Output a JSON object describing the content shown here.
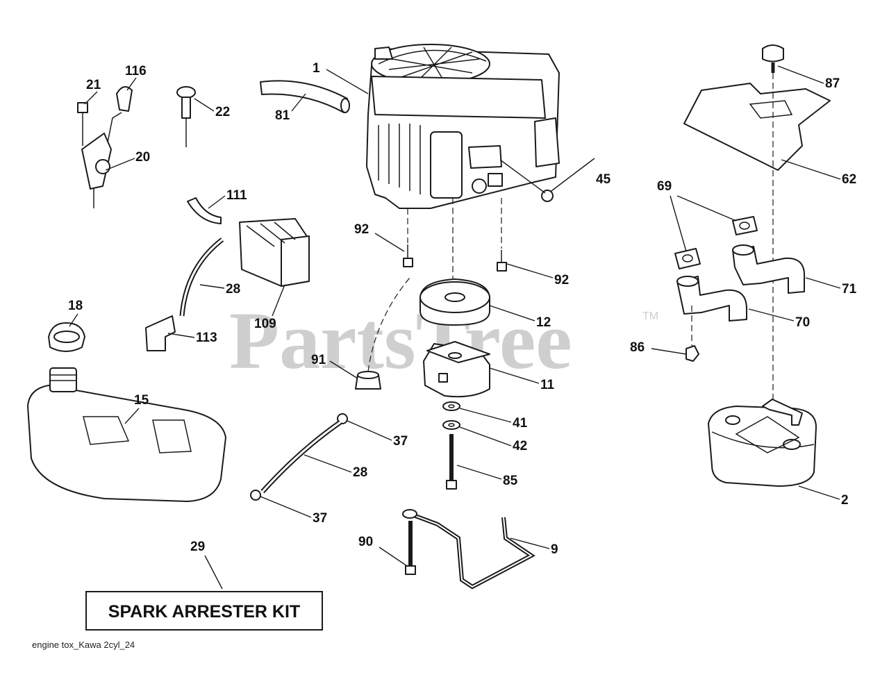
{
  "watermark": {
    "text": "PartsTree",
    "tm": "TM"
  },
  "kit_box": {
    "label": "SPARK ARRESTER KIT"
  },
  "caption": "engine tox_Kawa 2cyl_24",
  "callouts": [
    {
      "id": "c-1",
      "text": "1"
    },
    {
      "id": "c-81",
      "text": "81"
    },
    {
      "id": "c-21",
      "text": "21"
    },
    {
      "id": "c-116",
      "text": "116"
    },
    {
      "id": "c-22",
      "text": "22"
    },
    {
      "id": "c-20",
      "text": "20"
    },
    {
      "id": "c-111",
      "text": "111"
    },
    {
      "id": "c-28a",
      "text": "28"
    },
    {
      "id": "c-109",
      "text": "109"
    },
    {
      "id": "c-113",
      "text": "113"
    },
    {
      "id": "c-18",
      "text": "18"
    },
    {
      "id": "c-15",
      "text": "15"
    },
    {
      "id": "c-92a",
      "text": "92"
    },
    {
      "id": "c-92b",
      "text": "92"
    },
    {
      "id": "c-45",
      "text": "45"
    },
    {
      "id": "c-12",
      "text": "12"
    },
    {
      "id": "c-11",
      "text": "11"
    },
    {
      "id": "c-91",
      "text": "91"
    },
    {
      "id": "c-41",
      "text": "41"
    },
    {
      "id": "c-42",
      "text": "42"
    },
    {
      "id": "c-85",
      "text": "85"
    },
    {
      "id": "c-37a",
      "text": "37"
    },
    {
      "id": "c-28b",
      "text": "28"
    },
    {
      "id": "c-37b",
      "text": "37"
    },
    {
      "id": "c-90",
      "text": "90"
    },
    {
      "id": "c-9",
      "text": "9"
    },
    {
      "id": "c-29",
      "text": "29"
    },
    {
      "id": "c-87",
      "text": "87"
    },
    {
      "id": "c-62",
      "text": "62"
    },
    {
      "id": "c-69",
      "text": "69"
    },
    {
      "id": "c-71",
      "text": "71"
    },
    {
      "id": "c-70",
      "text": "70"
    },
    {
      "id": "c-86",
      "text": "86"
    },
    {
      "id": "c-2",
      "text": "2"
    }
  ]
}
